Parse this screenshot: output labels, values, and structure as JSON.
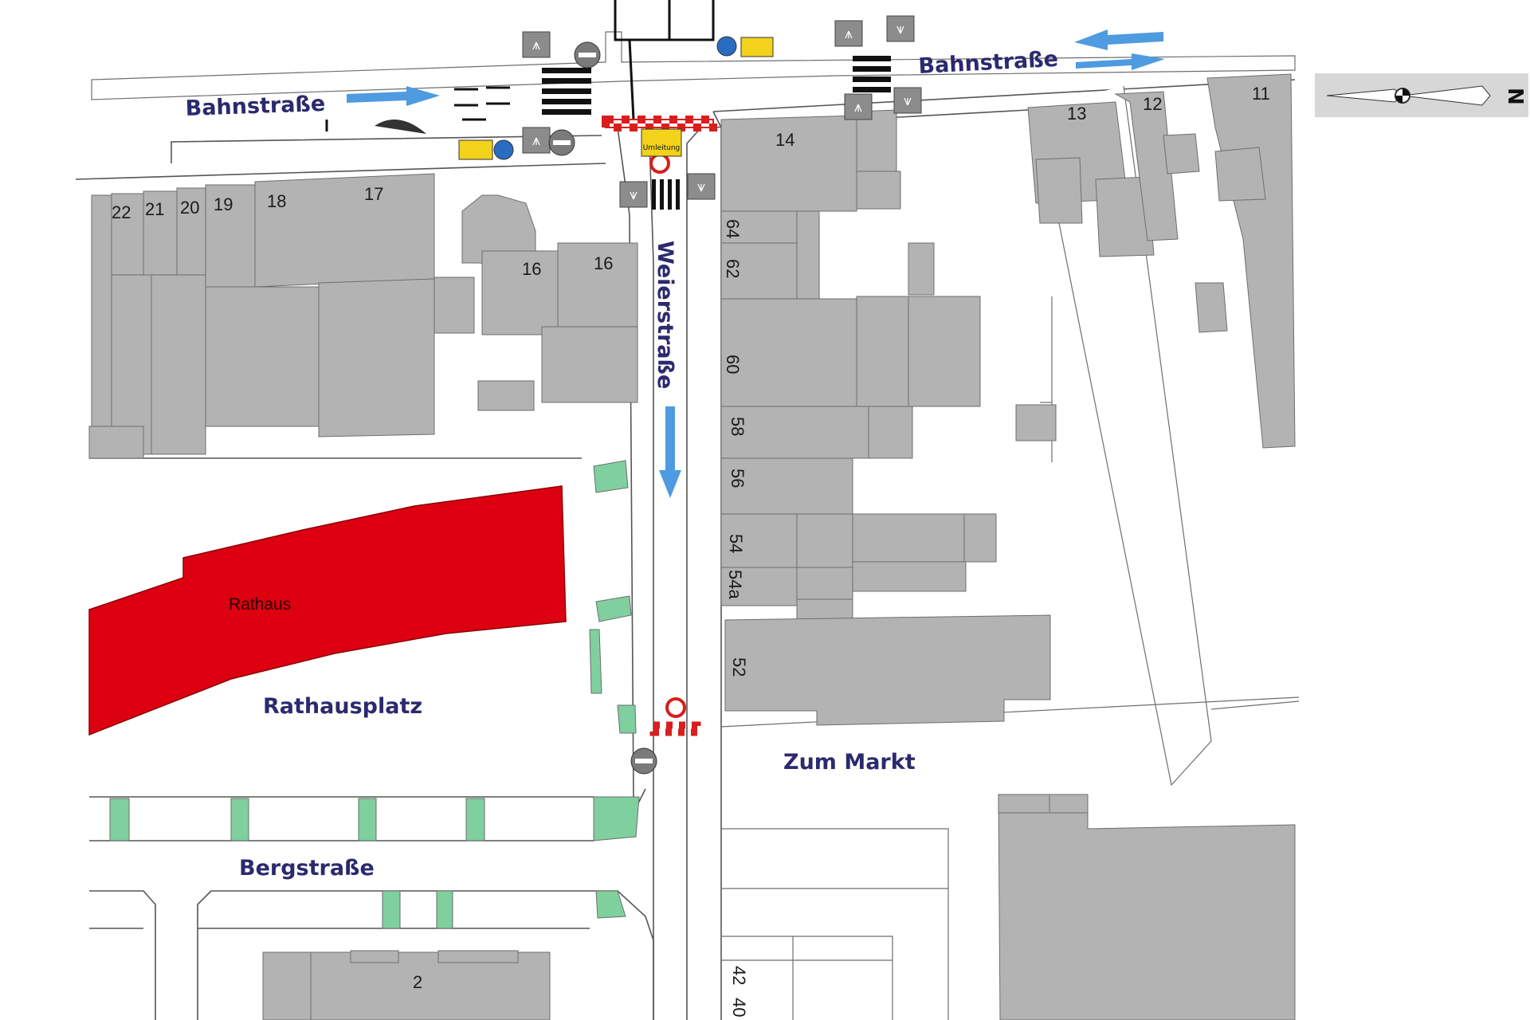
{
  "streets": {
    "bahnstrasse_west": "Bahnstraße",
    "bahnstrasse_east": "Bahnstraße",
    "weierstrasse": "Weierstraße",
    "rathausplatz": "Rathausplatz",
    "zum_markt": "Zum Markt",
    "bergstrasse": "Bergstraße"
  },
  "landmarks": {
    "rathaus": "Rathaus"
  },
  "house_numbers": {
    "n22": "22",
    "n21": "21",
    "n20": "20",
    "n19": "19",
    "n18": "18",
    "n17": "17",
    "n16a": "16",
    "n16b": "16",
    "n14": "14",
    "n13": "13",
    "n12": "12",
    "n11": "11",
    "n64": "64",
    "n62": "62",
    "n60": "60",
    "n58": "58",
    "n56": "56",
    "n54": "54",
    "n54a": "54a",
    "n52": "52",
    "n42": "42",
    "n40": "40",
    "n2": "2"
  },
  "compass": {
    "north_label": "N"
  },
  "detour_sign": {
    "label": "Umleitung"
  },
  "colors": {
    "building": "#b3b3b3",
    "rathaus": "#dc0010",
    "green_area": "#7fcf9f",
    "direction_arrow": "#4e9be0",
    "street_label": "#2b2a6e",
    "barrier_red": "#d81e1e"
  },
  "icons": {
    "pedestrian_sign": "pedestrian-crossing-sign-icon",
    "no_entry": "no-entry-sign-icon",
    "closed": "road-closed-sign-icon",
    "barrier": "road-barrier-icon",
    "detour": "detour-sign-icon",
    "compass": "compass-north-arrow-icon"
  }
}
